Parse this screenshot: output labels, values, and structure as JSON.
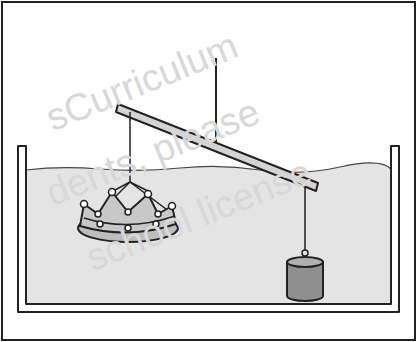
{
  "diagram": {
    "labels": [
      "sCurriculum",
      "dents, please",
      "school license"
    ]
  }
}
